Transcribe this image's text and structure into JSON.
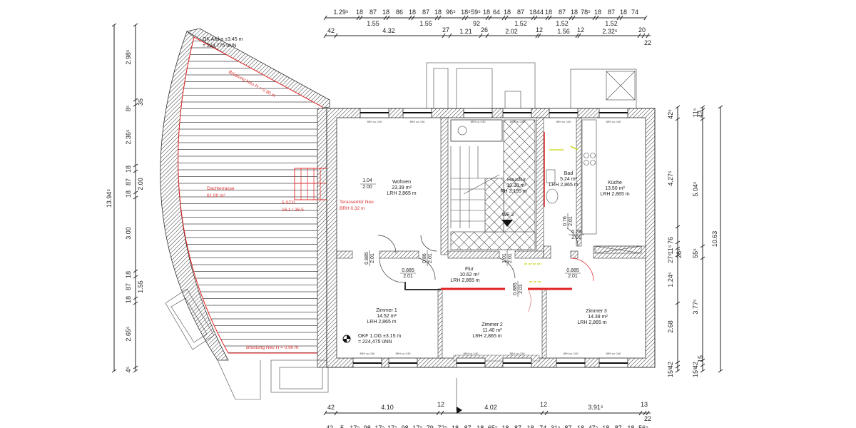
{
  "plan": {
    "terrace": {
      "name": "Dachterrasse",
      "area": "61,00 m²",
      "railing_top": "Brüstung Neu H = 0.90 m",
      "railing_bottom": "Brüstung Neu H = 0.90 m",
      "stair_steps": "5 STG",
      "stair_ratio": "16,1 / 26,5",
      "attika_level": "OK Attika ±3.45 m",
      "attika_nn": "= 224,775 üNN"
    },
    "terrace_door": {
      "name": "Terassentür Neu",
      "brh": "BRH 0.32 m",
      "width": "1.04",
      "height": "2.00"
    },
    "rooms": [
      {
        "name": "Wohnen",
        "area": "23.39 m²",
        "height": "LRH 2,865 m"
      },
      {
        "name": "Hausflur",
        "area": "10.38 m²",
        "height": "RH 3,195 m"
      },
      {
        "name": "Bad",
        "area": "5.24 m²",
        "height": "LRH 2,865 m"
      },
      {
        "name": "Küche",
        "area": "13.50 m²",
        "height": "LRH 2,865 m"
      },
      {
        "name": "Flur",
        "area": "10.62 m²",
        "height": "LRH 2,865 m"
      },
      {
        "name": "Zimmer 1",
        "area": "14.52 m²",
        "height": "LRH 2,865 m"
      },
      {
        "name": "Zimmer 2",
        "area": "11.40 m²",
        "height": "LRH 2,865 m"
      },
      {
        "name": "Zimmer 3",
        "area": "14.39 m²",
        "height": "LRH 2,865 m"
      }
    ],
    "unit_label": "WE 2",
    "floor_level": "OKF 1.OG ±3.15 m",
    "floor_nn": "= 224,475 üNN",
    "brh_label": "BRH ca. 0.80",
    "doors": [
      {
        "w": "0.885",
        "h": "2.01"
      },
      {
        "w": "0.885",
        "h": "2.01"
      },
      {
        "w": "0.76",
        "h": "2.01"
      },
      {
        "w": "0.885",
        "h": "2.01"
      },
      {
        "w": "0.86",
        "h": "2.01"
      },
      {
        "w": "1.01",
        "h": "2.01"
      },
      {
        "w": "0.885",
        "h": "2.01"
      },
      {
        "w": "0.76",
        "h": "2.01"
      }
    ]
  },
  "dimensions": {
    "top_row1": [
      "1.29⁵",
      "18",
      "87",
      "18",
      "86",
      "18",
      "87",
      "18",
      "96⁵",
      "18⁵",
      "59⁵",
      "18",
      "64",
      "18",
      "87",
      "18",
      "44",
      "18",
      "87",
      "18",
      "78⁵",
      "18",
      "87",
      "18",
      "74"
    ],
    "top_row1_sub": [
      "1.55",
      "1.55",
      "92",
      "1.52",
      "1.52",
      "1.52"
    ],
    "top_row2": [
      "42",
      "4.32",
      "27",
      "1.21",
      "26",
      "2.02",
      "12",
      "1.56",
      "12",
      "2.32⁵",
      "20",
      "22"
    ],
    "bottom_row1": [
      "42",
      "4.10",
      "12",
      "4.02",
      "12",
      "3.91⁵",
      "13",
      "22"
    ],
    "bottom_row2": [
      "42",
      "5",
      "17⁵",
      "98",
      "17⁵",
      "17⁵",
      "98",
      "17⁵",
      "79",
      "72⁵",
      "18",
      "87",
      "18",
      "65⁵",
      "18",
      "87",
      "18",
      "74",
      "31⁵",
      "87",
      "18",
      "47⁵",
      "18",
      "87",
      "18",
      "56⁵"
    ],
    "left_total": "13.94⁵",
    "left_chain": [
      "2.98⁵",
      "8⁵",
      "35",
      "2.36⁵",
      "18",
      "87",
      "18",
      "2.00",
      "3.00",
      "18",
      "87",
      "18",
      "1.55",
      "2.65⁵",
      "4⁵"
    ],
    "right_chain1": [
      "42⁵",
      "4.27⁵",
      "76",
      "11⁵",
      "27⁵",
      "28⁵",
      "1.24⁵",
      "2.68",
      "42",
      "15⁵"
    ],
    "right_chain2": [
      "11⁵",
      "42",
      "5.04⁵",
      "55⁵",
      "3.77⁵",
      "15",
      "42",
      "15⁵"
    ],
    "right_total": "10.63"
  },
  "colors": {
    "wall": "#333333",
    "accent_red": "#e02020",
    "installation": "#c8d400"
  }
}
